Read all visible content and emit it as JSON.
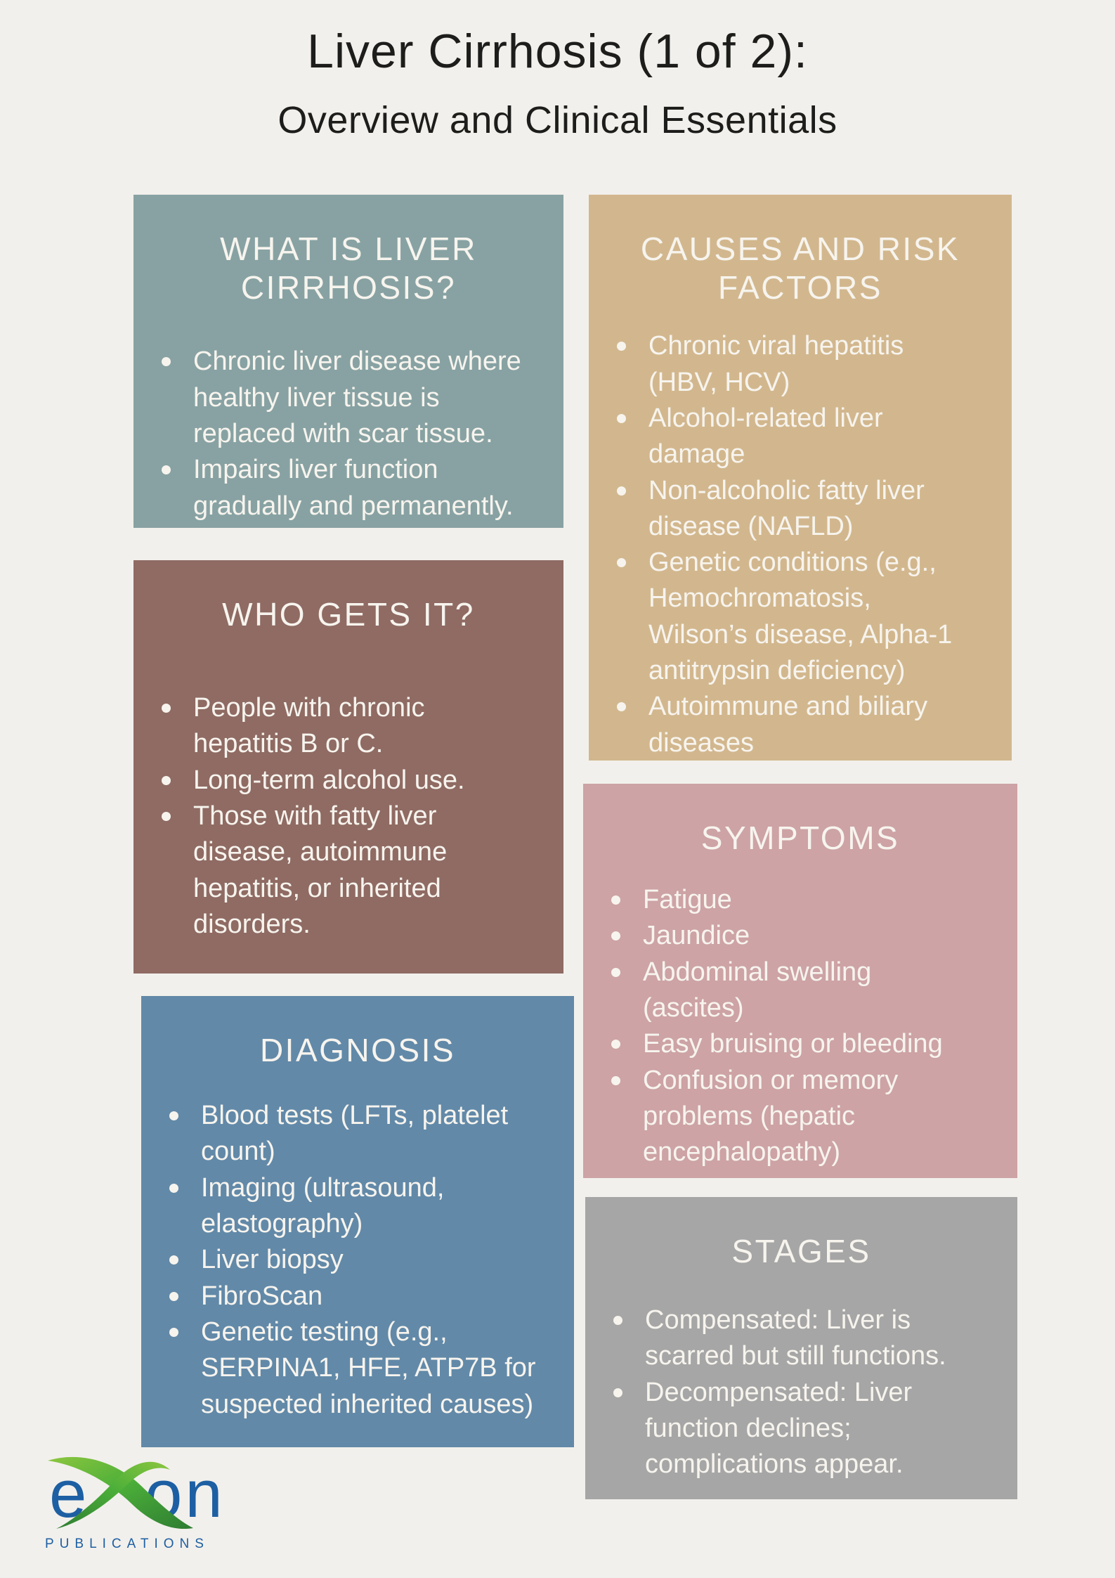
{
  "page": {
    "title_line1": "Liver Cirrhosis (1 of 2):",
    "title_line2": "Overview and Clinical Essentials",
    "background_color": "#f2f0ec",
    "text_color": "#f7f4ee"
  },
  "boxes": [
    {
      "id": "what-is-liver-cirrhosis",
      "title": "WHAT IS LIVER\nCIRRHOSIS?",
      "color": "#88a2a3",
      "bullets": [
        "Chronic liver disease where\nhealthy liver tissue is\nreplaced with scar tissue.",
        "Impairs liver function\ngradually and permanently."
      ]
    },
    {
      "id": "who-gets-it",
      "title": "WHO GETS IT?",
      "color": "#8f6b63",
      "bullets": [
        "People with chronic\nhepatitis B or C.",
        "Long-term alcohol use.",
        "Those with fatty liver\ndisease, autoimmune\nhepatitis, or inherited\ndisorders."
      ]
    },
    {
      "id": "diagnosis",
      "title": "DIAGNOSIS",
      "color": "#6289a8",
      "bullets": [
        "Blood tests (LFTs, platelet\ncount)",
        "Imaging (ultrasound,\nelastography)",
        "Liver biopsy",
        "FibroScan",
        "Genetic testing (e.g.,\nSERPINA1, HFE, ATP7B for\nsuspected inherited causes)"
      ]
    },
    {
      "id": "causes-and-risk-factors",
      "title": "CAUSES AND RISK\nFACTORS",
      "color": "#d2b78e",
      "bullets": [
        "Chronic viral hepatitis\n(HBV, HCV)",
        "Alcohol-related liver\ndamage",
        "Non-alcoholic fatty liver\ndisease (NAFLD)",
        "Genetic conditions (e.g.,\nHemochromatosis,\nWilson’s disease, Alpha-1\nantitrypsin deficiency)",
        "Autoimmune and biliary\ndiseases"
      ]
    },
    {
      "id": "symptoms",
      "title": "SYMPTOMS",
      "color": "#cda3a5",
      "bullets": [
        "Fatigue",
        "Jaundice",
        "Abdominal swelling\n(ascites)",
        "Easy bruising or bleeding",
        "Confusion or memory\nproblems (hepatic\nencephalopathy)"
      ]
    },
    {
      "id": "stages",
      "title": "STAGES",
      "color": "#a6a6a6",
      "bullets": [
        "Compensated: Liver is\nscarred but still functions.",
        "Decompensated: Liver\nfunction declines;\ncomplications appear."
      ]
    }
  ],
  "logo": {
    "brand_e": "e",
    "brand_on": "on",
    "subtext": "PUBLICATIONS",
    "blue": "#1d5fa3",
    "green_light": "#8cc63f",
    "green_dark": "#2e7d32"
  }
}
